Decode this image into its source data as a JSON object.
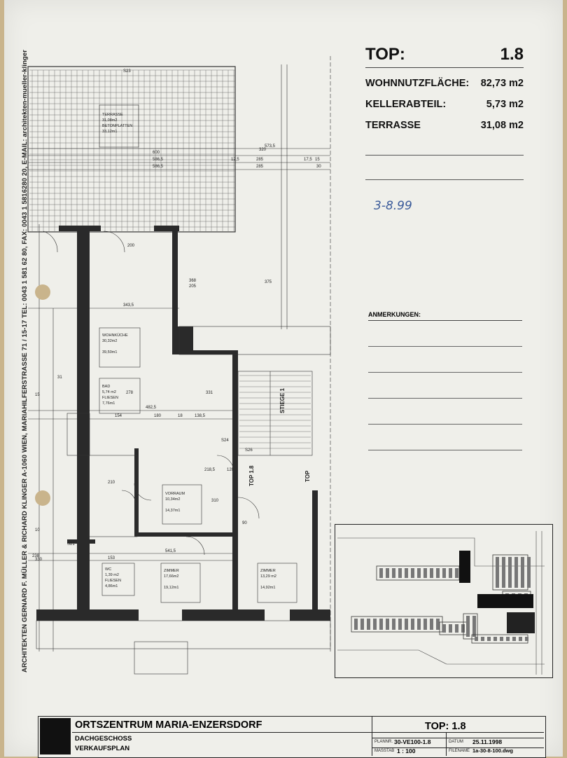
{
  "info": {
    "top_label": "TOP:",
    "top_value": "1.8",
    "rows": [
      {
        "label": "WOHNNUTZFLÄCHE:",
        "value": "82,73 m2"
      },
      {
        "label": "KELLERABTEIL:",
        "value": "5,73 m2"
      },
      {
        "label": "TERRASSE",
        "value": "31,08 m2"
      }
    ],
    "handwritten_date": "3-8.99",
    "remarks_label": "ANMERKUNGEN:"
  },
  "side_text": {
    "architects": "ARCHITEKTEN GERNARD F. MÜLLER & RICHARD KLINGER     A-1060 WIEN, MARIAHILFERSTRASSE 71 / 15-17     TEL: 0043 1 581 62 80, FAX: 0043 1 5816280 20, E-MAIL: architekten-mueller-klinger"
  },
  "plan": {
    "rooms": [
      {
        "name": "TERRASSE",
        "l2": "31,08m2",
        "l3": "BETONPLATTEN",
        "l4": "33,12m1"
      },
      {
        "name": "WOHNKÜCHE",
        "l2": "30,32m2",
        "l3": "",
        "l4": "39,50m1"
      },
      {
        "name": "BAD",
        "l2": "5,74 m2",
        "l3": "FLIESEN",
        "l4": "7,76m1"
      },
      {
        "name": "VORRAUM",
        "l2": "10,34m2",
        "l3": "",
        "l4": "14,37m1"
      },
      {
        "name": "WC",
        "l2": "1,39 m2",
        "l3": "FLIESEN",
        "l4": "4,86m1"
      },
      {
        "name": "ZIMMER",
        "l2": "17,66m2",
        "l3": "",
        "l4": "19,12m1"
      },
      {
        "name": "ZIMMER",
        "l2": "13,29 m2",
        "l3": "",
        "l4": "14,92m1"
      }
    ],
    "labels": {
      "stiege": "STIEGE 1",
      "top18": "TOP 1.8",
      "top": "TOP",
      "s23": "S23",
      "s21": "S21",
      "s26": "S26",
      "s24": "S24"
    },
    "dims": [
      "600",
      "586,5",
      "586,5",
      "320",
      "285",
      "285",
      "17,5",
      "15",
      "12,5",
      "30",
      "343,5",
      "368",
      "205",
      "375",
      "573,5",
      "482,5",
      "154",
      "180",
      "18",
      "138,5",
      "541,5",
      "153",
      "238",
      "310",
      "210",
      "200",
      "90",
      "120",
      "218,5",
      "331",
      "278",
      "31",
      "15",
      "10",
      "330"
    ]
  },
  "title_block": {
    "project": "ORTSZENTRUM MARIA-ENZERSDORF",
    "floor": "DACHGESCHOSS",
    "plan_type": "VERKAUFSPLAN",
    "top": "TOP:  1.8",
    "plannr_label": "PLANNR.",
    "plannr": "30-VE100-1.8",
    "datum_label": "DATUM",
    "datum": "25.11.1998",
    "massstab_label": "MASSTAB",
    "massstab": "1 : 100",
    "filename_label": "FILENAME",
    "filename": "1a-30-8-100.dwg"
  }
}
